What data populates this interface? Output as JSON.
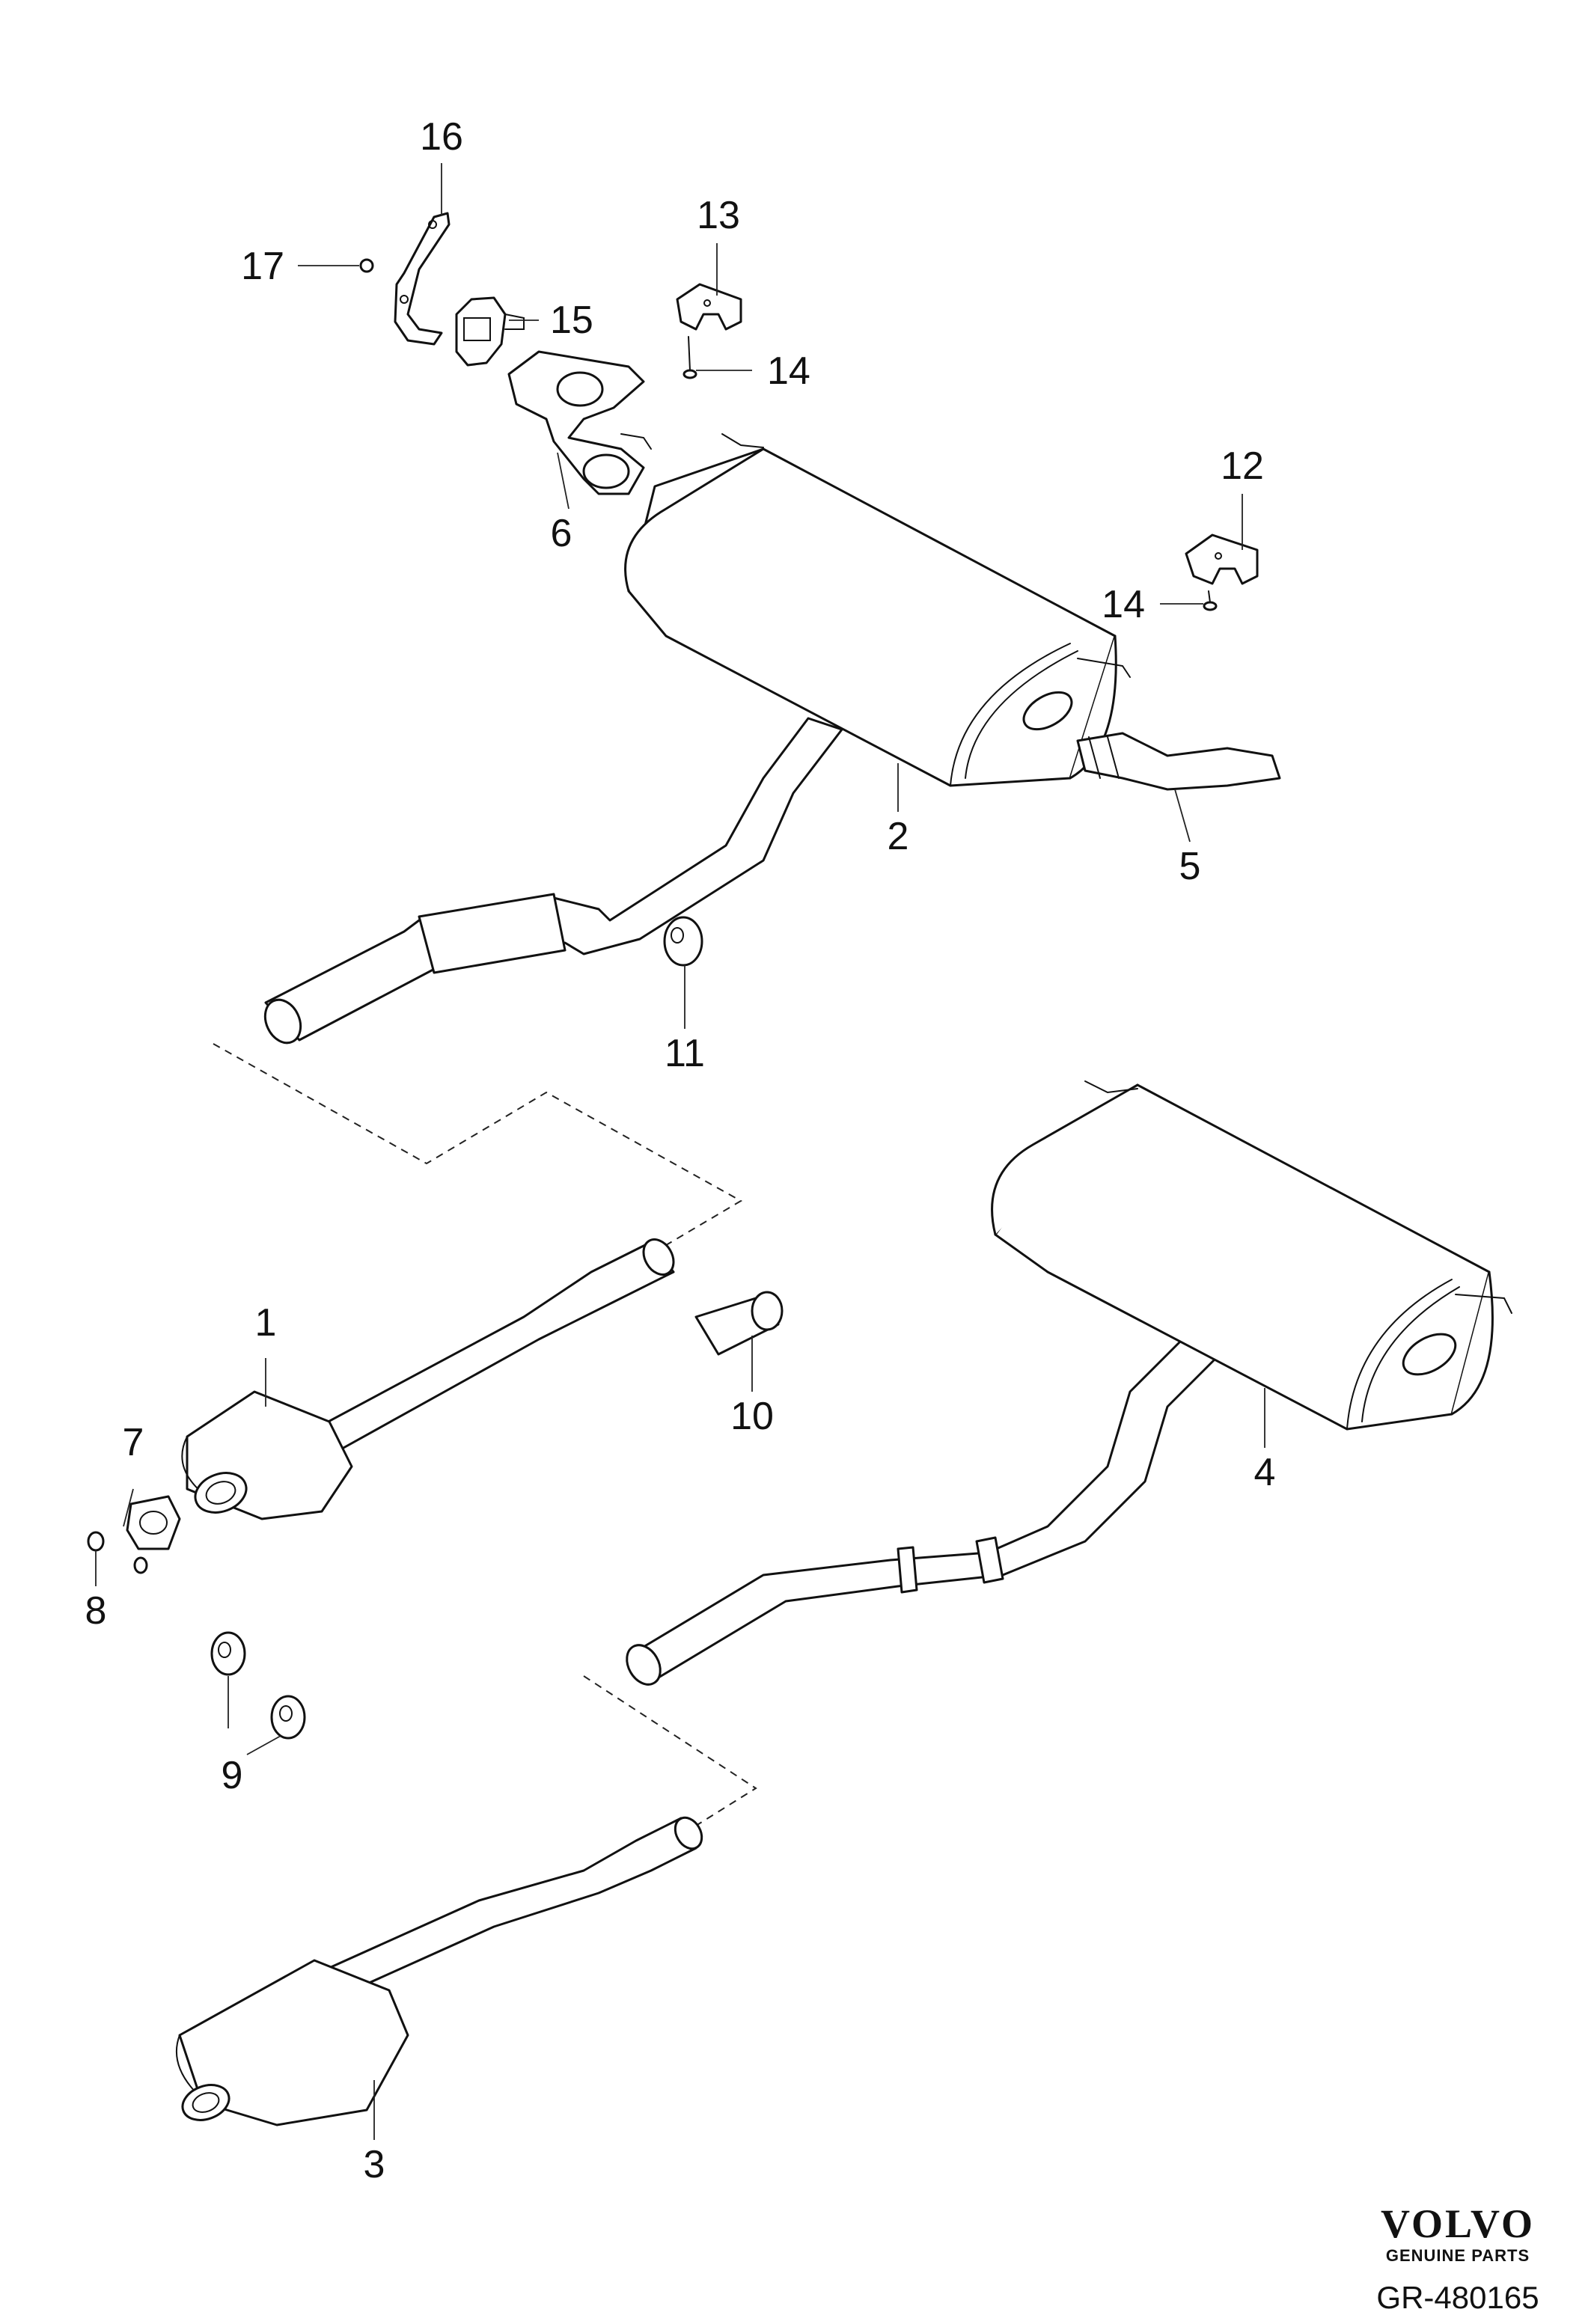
{
  "diagram": {
    "callouts": [
      "1",
      "2",
      "3",
      "4",
      "5",
      "6",
      "7",
      "8",
      "9",
      "10",
      "11",
      "12",
      "13",
      "14",
      "14",
      "15",
      "16",
      "17"
    ]
  },
  "brand": {
    "name": "VOLVO",
    "tagline": "GENUINE PARTS"
  },
  "reference_code": "GR-480165"
}
